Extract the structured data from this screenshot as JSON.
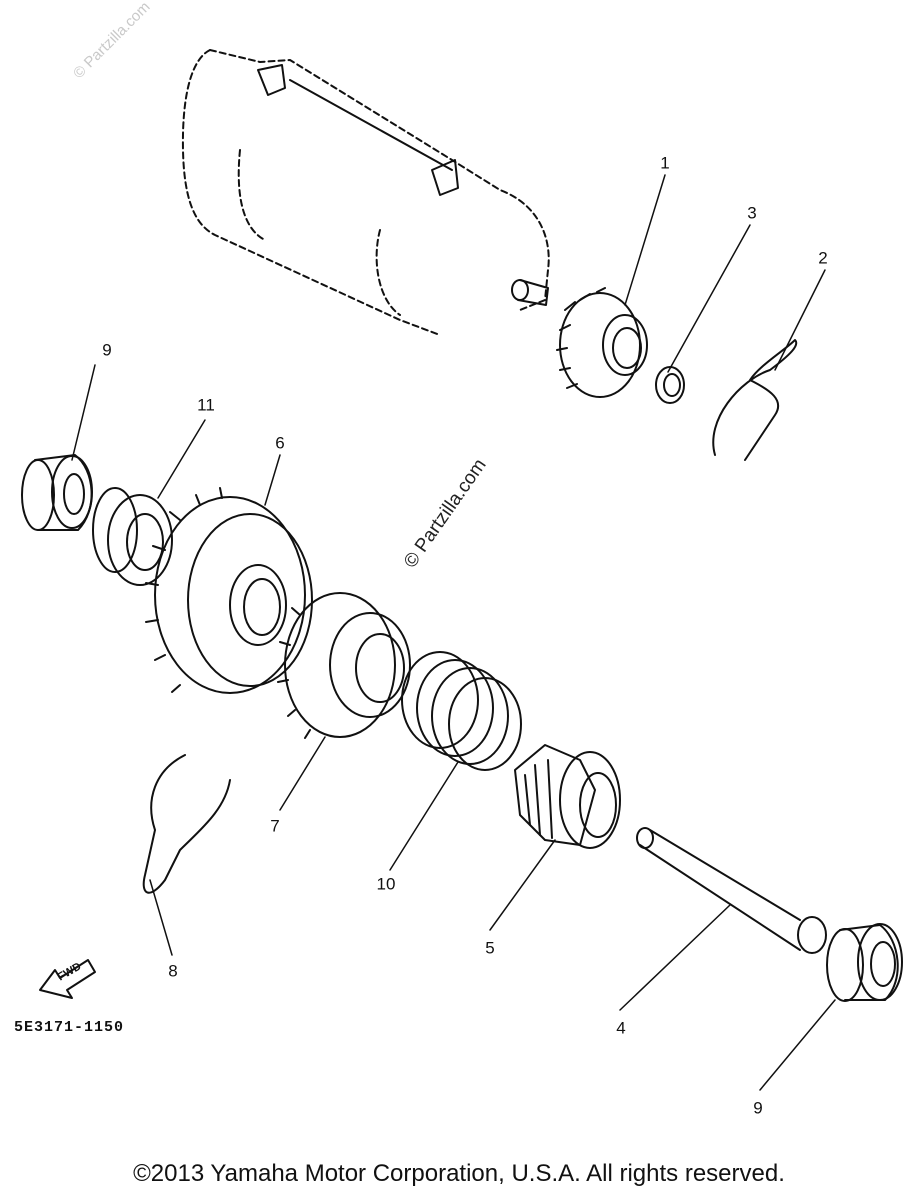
{
  "diagram": {
    "callouts": [
      "1",
      "2",
      "3",
      "4",
      "5",
      "6",
      "7",
      "8",
      "9",
      "9",
      "10",
      "11"
    ],
    "part_code": "5E3171-1150",
    "fwd_label": "FWD",
    "watermark_main": "© Partzilla.com",
    "watermark_faint": "© Partzilla.com",
    "copyright": "©2013  Yamaha Motor Corporation, U.S.A. All rights reserved."
  }
}
